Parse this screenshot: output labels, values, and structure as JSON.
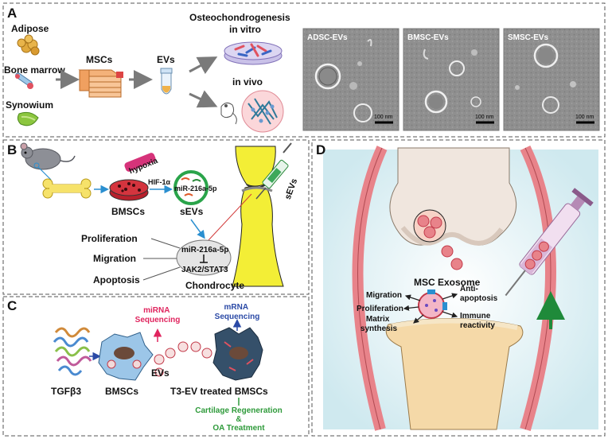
{
  "panel_a": {
    "letter": "A",
    "sources": [
      "Adipose",
      "Bone marrow",
      "Synowium"
    ],
    "mscs": "MSCs",
    "evs": "EVs",
    "osteo": "Osteochondrogenesis",
    "in_vitro": "in vitro",
    "in_vivo": "in vivo",
    "tem": [
      {
        "label": "ADSC-EVs",
        "scale": "100 nm"
      },
      {
        "label": "BMSC-EVs",
        "scale": "100 nm"
      },
      {
        "label": "SMSC-EVs",
        "scale": "100 nm"
      }
    ]
  },
  "panel_b": {
    "letter": "B",
    "hypoxia": "hypoxia",
    "hif": "HIF-1α",
    "mir_top": "miR-216a-5p",
    "bmscs": "BMSCs",
    "sevs": "sEVs",
    "sevs_syringe": "sEVs",
    "proliferation": "Proliferation",
    "migration": "Migration",
    "apoptosis": "Apoptosis",
    "mir_cell": "miR-216a-5p",
    "jak": "JAK2/STAT3",
    "chondrocyte": "Chondrocyte"
  },
  "panel_c": {
    "letter": "C",
    "mirna": "miRNA\nSequencing",
    "mrna": "mRNA\nSequencing",
    "tgf": "TGFβ3",
    "bmscs": "BMSCs",
    "evs": "EVs",
    "t3": "T3-EV treated BMSCs",
    "cartilage": "Cartilage Regeneration",
    "amp": "&",
    "oa": "OA Treatment",
    "colors": {
      "mirna": "#e0245e",
      "mrna": "#2b4aa6",
      "green": "#2e9a3a"
    }
  },
  "panel_d": {
    "letter": "D",
    "exosome": "MSC Exosome",
    "migration": "Migration",
    "proliferation": "Proliferation",
    "matrix": "Matrix\nsynthesis",
    "anti": "Anti-\napoptosis",
    "immune": "Immune\nreactivity"
  }
}
